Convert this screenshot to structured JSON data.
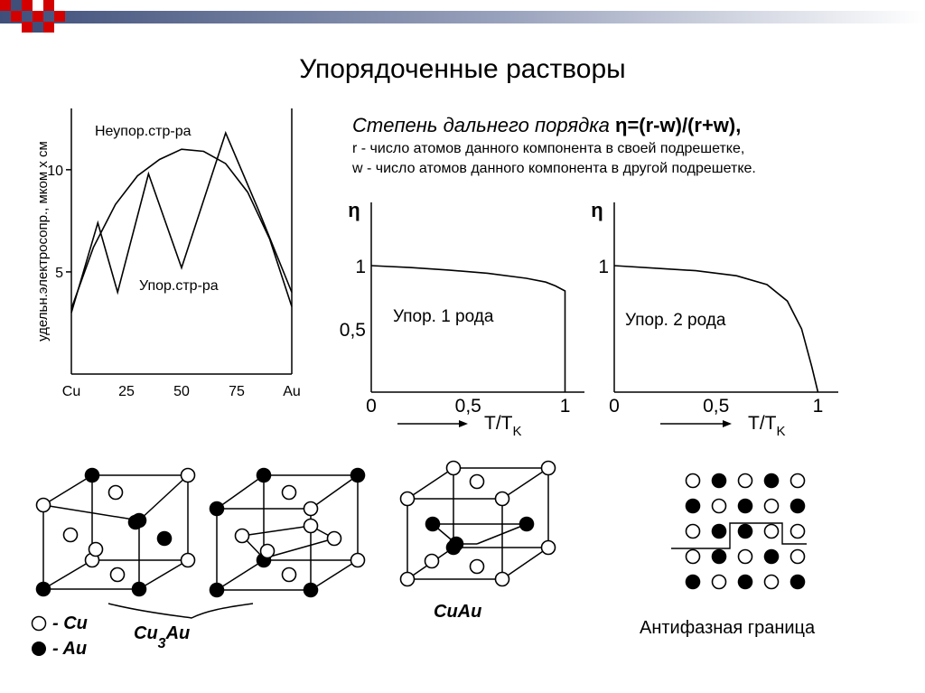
{
  "title": "Упорядоченные растворы",
  "formula": {
    "label": "Степень дальнего порядка",
    "expr": "η=(r-w)/(r+w),",
    "r_desc": "r - число атомов данного компонента в своей подрешетке,",
    "w_desc": "w - число атомов данного компонента в другой подрешетке."
  },
  "legend": {
    "cu": "- Cu",
    "au": "- Au"
  },
  "captions": {
    "cu3au_main": "Cu",
    "cu3au_sub": "3",
    "cu3au_tail": "Au",
    "cuau": "CuAu",
    "antiphase": "Антифазная граница"
  },
  "chart_data": [
    {
      "type": "line",
      "ylabel": "удельн.электросопр., мком х см",
      "xlabel": "",
      "x_tick_labels": [
        "Cu",
        "25",
        "50",
        "75",
        "Au"
      ],
      "x_ticks": [
        0,
        25,
        50,
        75,
        100
      ],
      "y_tick_labels": [
        "5",
        "10"
      ],
      "y_ticks": [
        5,
        10
      ],
      "xlim": [
        0,
        100
      ],
      "ylim": [
        0,
        13
      ],
      "series": [
        {
          "name": "Неупор.стр-ра",
          "x": [
            0,
            10,
            20,
            30,
            40,
            50,
            60,
            70,
            80,
            90,
            100
          ],
          "y": [
            3.2,
            6.2,
            8.3,
            9.7,
            10.5,
            11.0,
            10.9,
            10.3,
            8.9,
            6.6,
            3.3
          ]
        },
        {
          "name": "Упор.стр-ра",
          "x": [
            0,
            12,
            21,
            35,
            50,
            70,
            85,
            100
          ],
          "y": [
            3.0,
            7.4,
            4.0,
            9.8,
            5.2,
            11.8,
            8.0,
            4.0
          ]
        }
      ],
      "grid": false
    },
    {
      "type": "line",
      "ylabel": "η",
      "xlabel": "T/T",
      "xlabel_sub": "K",
      "x_tick_labels": [
        "0",
        "0,5",
        "1"
      ],
      "x_ticks": [
        0,
        0.5,
        1
      ],
      "y_tick_labels": [
        "0,5",
        "1"
      ],
      "y_ticks": [
        0.5,
        1
      ],
      "xlim": [
        0,
        1.1
      ],
      "ylim": [
        0,
        1.5
      ],
      "annotation": "Упор. 1 рода",
      "series": [
        {
          "x": [
            0,
            0.2,
            0.4,
            0.6,
            0.8,
            0.9,
            0.95,
            1.0,
            1.0
          ],
          "y": [
            1.0,
            0.985,
            0.965,
            0.94,
            0.9,
            0.87,
            0.84,
            0.8,
            0
          ]
        }
      ],
      "grid": false
    },
    {
      "type": "line",
      "ylabel": "η",
      "xlabel": "T/T",
      "xlabel_sub": "K",
      "x_tick_labels": [
        "0",
        "0,5",
        "1"
      ],
      "x_ticks": [
        0,
        0.5,
        1
      ],
      "y_tick_labels": [
        "1"
      ],
      "y_ticks": [
        1
      ],
      "xlim": [
        0,
        1.1
      ],
      "ylim": [
        0,
        1.5
      ],
      "annotation": "Упор. 2 рода",
      "series": [
        {
          "x": [
            0,
            0.2,
            0.4,
            0.6,
            0.75,
            0.85,
            0.92,
            0.97,
            1.0
          ],
          "y": [
            1.0,
            0.98,
            0.96,
            0.92,
            0.85,
            0.72,
            0.5,
            0.2,
            0
          ]
        }
      ],
      "grid": false
    }
  ],
  "lattice": {
    "cu_color": "#ffffff",
    "au_color": "#000000",
    "antiphase_rows": [
      [
        "o",
        "x",
        "o",
        "x",
        "o"
      ],
      [
        "x",
        "o",
        "x",
        "o",
        "x"
      ],
      [
        "o",
        "x",
        "x",
        "o",
        "o"
      ],
      [
        "o",
        "x",
        "o",
        "x",
        "o"
      ],
      [
        "x",
        "o",
        "x",
        "o",
        "x"
      ]
    ]
  }
}
